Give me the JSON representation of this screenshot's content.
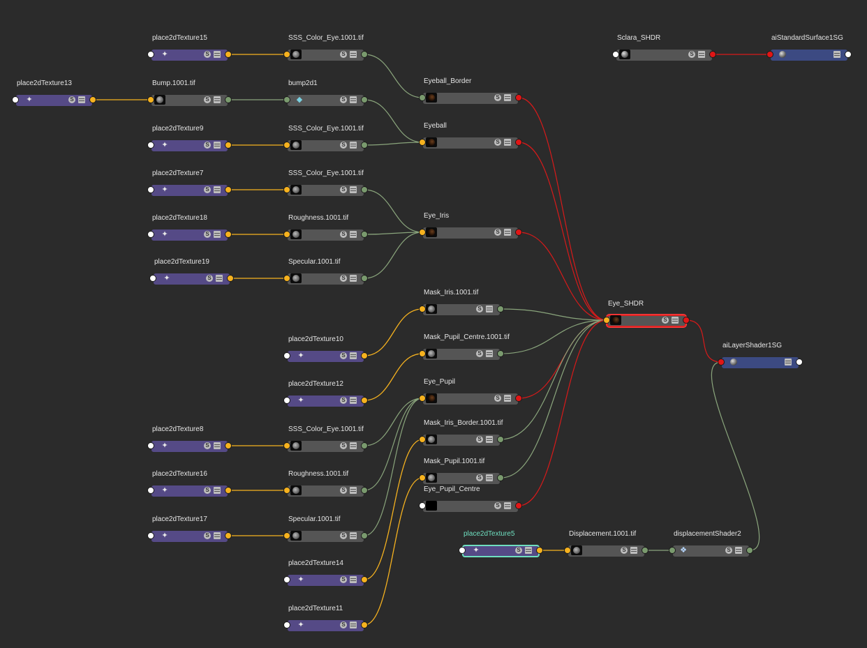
{
  "nodes": [
    {
      "id": "n1",
      "title": "place2dTexture15",
      "kind": "place",
      "in": "w",
      "out": "o"
    },
    {
      "id": "n2",
      "title": "SSS_Color_Eye.1001.tif",
      "kind": "tex",
      "in": "o",
      "out": "g"
    },
    {
      "id": "n3",
      "title": "place2dTexture13",
      "kind": "place",
      "in": "w",
      "out": "o"
    },
    {
      "id": "n4",
      "title": "Bump.1001.tif",
      "kind": "tex",
      "in": "o",
      "out": "g"
    },
    {
      "id": "n5",
      "title": "bump2d1",
      "kind": "bump",
      "in": "g",
      "out": "g"
    },
    {
      "id": "n6",
      "title": "place2dTexture9",
      "kind": "place",
      "in": "w",
      "out": "o"
    },
    {
      "id": "n7",
      "title": "SSS_Color_Eye.1001.tif",
      "kind": "tex",
      "in": "o",
      "out": "g"
    },
    {
      "id": "n8",
      "title": "place2dTexture7",
      "kind": "place",
      "in": "w",
      "out": "o"
    },
    {
      "id": "n9",
      "title": "SSS_Color_Eye.1001.tif",
      "kind": "tex",
      "in": "o",
      "out": "g"
    },
    {
      "id": "n10",
      "title": "place2dTexture18",
      "kind": "place",
      "in": "w",
      "out": "o"
    },
    {
      "id": "n11",
      "title": "Roughness.1001.tif",
      "kind": "tex",
      "in": "o",
      "out": "g"
    },
    {
      "id": "n12",
      "title": "place2dTexture19",
      "kind": "place",
      "in": "w",
      "out": "o"
    },
    {
      "id": "n13",
      "title": "Specular.1001.tif",
      "kind": "tex",
      "in": "o",
      "out": "g"
    },
    {
      "id": "n14",
      "title": "Eyeball_Border",
      "kind": "shdr",
      "in": "g",
      "out": "r"
    },
    {
      "id": "n15",
      "title": "Eyeball",
      "kind": "shdr",
      "in": "o",
      "out": "r"
    },
    {
      "id": "n16",
      "title": "Eye_Iris",
      "kind": "shdr",
      "in": "o",
      "out": "r"
    },
    {
      "id": "n17",
      "title": "Sclara_SHDR",
      "kind": "grey",
      "in": "w",
      "out": "r"
    },
    {
      "id": "n18",
      "title": "aiStandardSurface1SG",
      "kind": "sg",
      "in": "r",
      "out": "w"
    },
    {
      "id": "n19",
      "title": "Mask_Iris.1001.tif",
      "kind": "tex",
      "in": "o",
      "out": "g"
    },
    {
      "id": "n20",
      "title": "Mask_Pupil_Centre.1001.tif",
      "kind": "tex",
      "in": "o",
      "out": "g"
    },
    {
      "id": "n21",
      "title": "Eye_Pupil",
      "kind": "shdr",
      "in": "o",
      "out": "r"
    },
    {
      "id": "n22",
      "title": "Mask_Iris_Border.1001.tif",
      "kind": "tex",
      "in": "o",
      "out": "g"
    },
    {
      "id": "n23",
      "title": "Mask_Pupil.1001.tif",
      "kind": "tex",
      "in": "o",
      "out": "g"
    },
    {
      "id": "n24",
      "title": "Eye_Pupil_Centre",
      "kind": "black",
      "in": "w",
      "out": "r"
    },
    {
      "id": "n25",
      "title": "Eye_SHDR",
      "kind": "shdr",
      "in": "o",
      "out": "r",
      "state": "red"
    },
    {
      "id": "n26",
      "title": "aiLayerShader1SG",
      "kind": "sg",
      "in": "r",
      "out": "w"
    },
    {
      "id": "n27",
      "title": "place2dTexture10",
      "kind": "place",
      "in": "w",
      "out": "o"
    },
    {
      "id": "n28",
      "title": "place2dTexture12",
      "kind": "place",
      "in": "w",
      "out": "o"
    },
    {
      "id": "n29",
      "title": "place2dTexture8",
      "kind": "place",
      "in": "w",
      "out": "o"
    },
    {
      "id": "n30",
      "title": "SSS_Color_Eye.1001.tif",
      "kind": "tex",
      "in": "o",
      "out": "g"
    },
    {
      "id": "n31",
      "title": "place2dTexture16",
      "kind": "place",
      "in": "w",
      "out": "o"
    },
    {
      "id": "n32",
      "title": "Roughness.1001.tif",
      "kind": "tex",
      "in": "o",
      "out": "g"
    },
    {
      "id": "n33",
      "title": "place2dTexture17",
      "kind": "place",
      "in": "w",
      "out": "o"
    },
    {
      "id": "n34",
      "title": "Specular.1001.tif",
      "kind": "tex",
      "in": "o",
      "out": "g"
    },
    {
      "id": "n35",
      "title": "place2dTexture14",
      "kind": "place",
      "in": "w",
      "out": "o"
    },
    {
      "id": "n36",
      "title": "place2dTexture11",
      "kind": "place",
      "in": "w",
      "out": "o"
    },
    {
      "id": "n37",
      "title": "place2dTexture5",
      "kind": "place",
      "in": "w",
      "out": "o",
      "state": "selected"
    },
    {
      "id": "n38",
      "title": "Displacement.1001.tif",
      "kind": "tex",
      "in": "o",
      "out": "g"
    },
    {
      "id": "n39",
      "title": "displacementShader2",
      "kind": "disp",
      "in": "g",
      "out": "g"
    }
  ],
  "connections": [
    [
      "n1",
      "n2",
      "o"
    ],
    [
      "n3",
      "n4",
      "o"
    ],
    [
      "n4",
      "n5",
      "g"
    ],
    [
      "n6",
      "n7",
      "o"
    ],
    [
      "n8",
      "n9",
      "o"
    ],
    [
      "n10",
      "n11",
      "o"
    ],
    [
      "n12",
      "n13",
      "o"
    ],
    [
      "n2",
      "n14",
      "g"
    ],
    [
      "n5",
      "n15",
      "g"
    ],
    [
      "n7",
      "n15",
      "g"
    ],
    [
      "n9",
      "n16",
      "g"
    ],
    [
      "n11",
      "n16",
      "g"
    ],
    [
      "n13",
      "n16",
      "g"
    ],
    [
      "n14",
      "n25",
      "r"
    ],
    [
      "n15",
      "n25",
      "r"
    ],
    [
      "n16",
      "n25",
      "r"
    ],
    [
      "n17",
      "n18",
      "r"
    ],
    [
      "n19",
      "n25",
      "g"
    ],
    [
      "n20",
      "n25",
      "g"
    ],
    [
      "n21",
      "n25",
      "r"
    ],
    [
      "n22",
      "n25",
      "g"
    ],
    [
      "n23",
      "n25",
      "g"
    ],
    [
      "n24",
      "n25",
      "r"
    ],
    [
      "n25",
      "n26",
      "r"
    ],
    [
      "n27",
      "n19",
      "o"
    ],
    [
      "n28",
      "n20",
      "o"
    ],
    [
      "n29",
      "n30",
      "o"
    ],
    [
      "n31",
      "n32",
      "o"
    ],
    [
      "n33",
      "n34",
      "o"
    ],
    [
      "n30",
      "n21",
      "g"
    ],
    [
      "n32",
      "n21",
      "g"
    ],
    [
      "n34",
      "n21",
      "g"
    ],
    [
      "n35",
      "n22",
      "o"
    ],
    [
      "n36",
      "n23",
      "o"
    ],
    [
      "n37",
      "n38",
      "o"
    ],
    [
      "n38",
      "n39",
      "g"
    ],
    [
      "n39",
      "n26",
      "g"
    ]
  ],
  "colors": {
    "background": "#2b2b2b",
    "wire_texcoord": "#f6b21f",
    "wire_color": "#8aa57c",
    "wire_shader": "#d81a1a",
    "place_node": "#554a86",
    "sg_node": "#3c4a82",
    "tex_node": "#555555"
  },
  "icons": {
    "place": "place2d-icon",
    "tex": "file-texture-icon",
    "shdr": "shader-swatch-icon",
    "grey": "sphere-swatch-icon",
    "black": "black-swatch-icon",
    "bump": "bump-icon",
    "disp": "displacement-icon",
    "sg": "shading-group-icon"
  },
  "node_buttons": {
    "swatch_toggle": "S"
  }
}
